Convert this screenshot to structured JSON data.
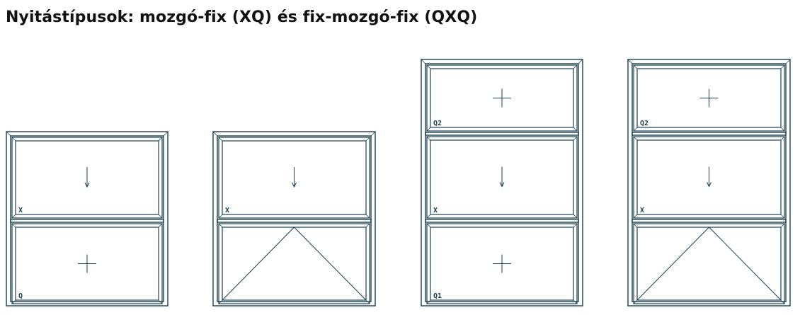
{
  "title": "Nyitástípusok: mozgó-fix (XQ) és fix-mozgó-fix (QXQ)",
  "colors": {
    "frame": "#1a3f4f",
    "frame_fill": "#ffffff",
    "text": "#111111"
  },
  "windows": [
    {
      "name": "window-xq-1",
      "sashes": [
        {
          "label": "X",
          "symbol": "arrow-down"
        },
        {
          "label": "Q",
          "symbol": "cross"
        }
      ]
    },
    {
      "name": "window-xq-2",
      "sashes": [
        {
          "label": "X",
          "symbol": "arrow-down"
        },
        {
          "label": "",
          "symbol": "triangle"
        }
      ]
    },
    {
      "name": "window-qxq-1",
      "sashes": [
        {
          "label": "Q2",
          "symbol": "cross"
        },
        {
          "label": "X",
          "symbol": "arrow-down"
        },
        {
          "label": "Q1",
          "symbol": "cross"
        }
      ]
    },
    {
      "name": "window-qxq-2",
      "sashes": [
        {
          "label": "Q2",
          "symbol": "cross"
        },
        {
          "label": "X",
          "symbol": "arrow-down"
        },
        {
          "label": "",
          "symbol": "triangle"
        }
      ]
    }
  ]
}
